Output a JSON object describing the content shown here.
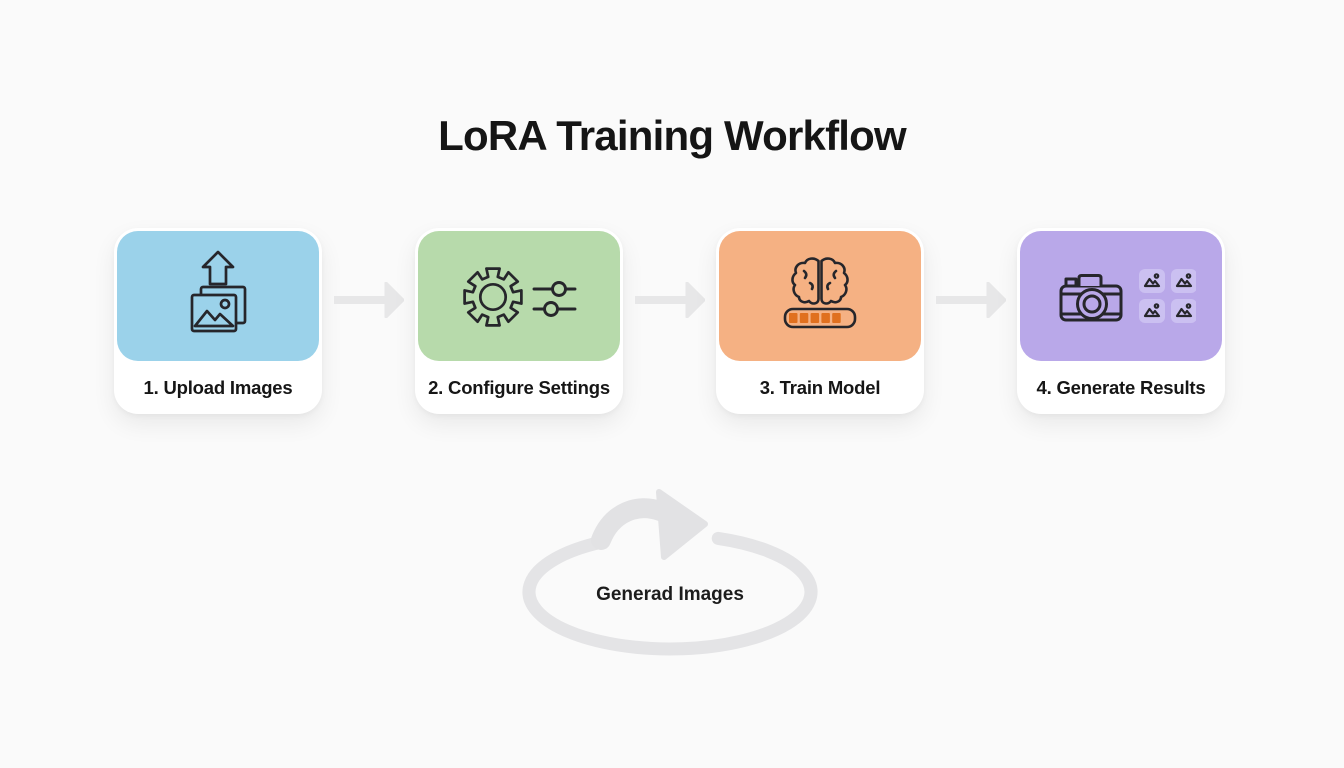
{
  "page": {
    "title": "LoRA Training Workflow",
    "background_color": "#fafafa"
  },
  "workflow": {
    "steps": [
      {
        "label": "1. Upload Images",
        "icon": "upload-images-icon",
        "tile_color": "#9bd2ea"
      },
      {
        "label": "2. Configure Settings",
        "icon": "gear-sliders-icon",
        "tile_color": "#b7daab"
      },
      {
        "label": "3. Train Model",
        "icon": "brain-progress-icon",
        "tile_color": "#f5b183",
        "progress_segments_filled": 5
      },
      {
        "label": "4. Generate Results",
        "icon": "camera-results-icon",
        "tile_color": "#b9a8e9",
        "thumbnail_count": 4
      }
    ],
    "connector_arrow_color": "#e7e7e8"
  },
  "loop": {
    "label": "Generad Images",
    "ring_color": "#e4e4e6"
  },
  "icon_style": {
    "stroke_color": "#26262b",
    "progress_fill_color": "#e0701f",
    "thumbnail_fill_color": "#cbc0f1"
  }
}
